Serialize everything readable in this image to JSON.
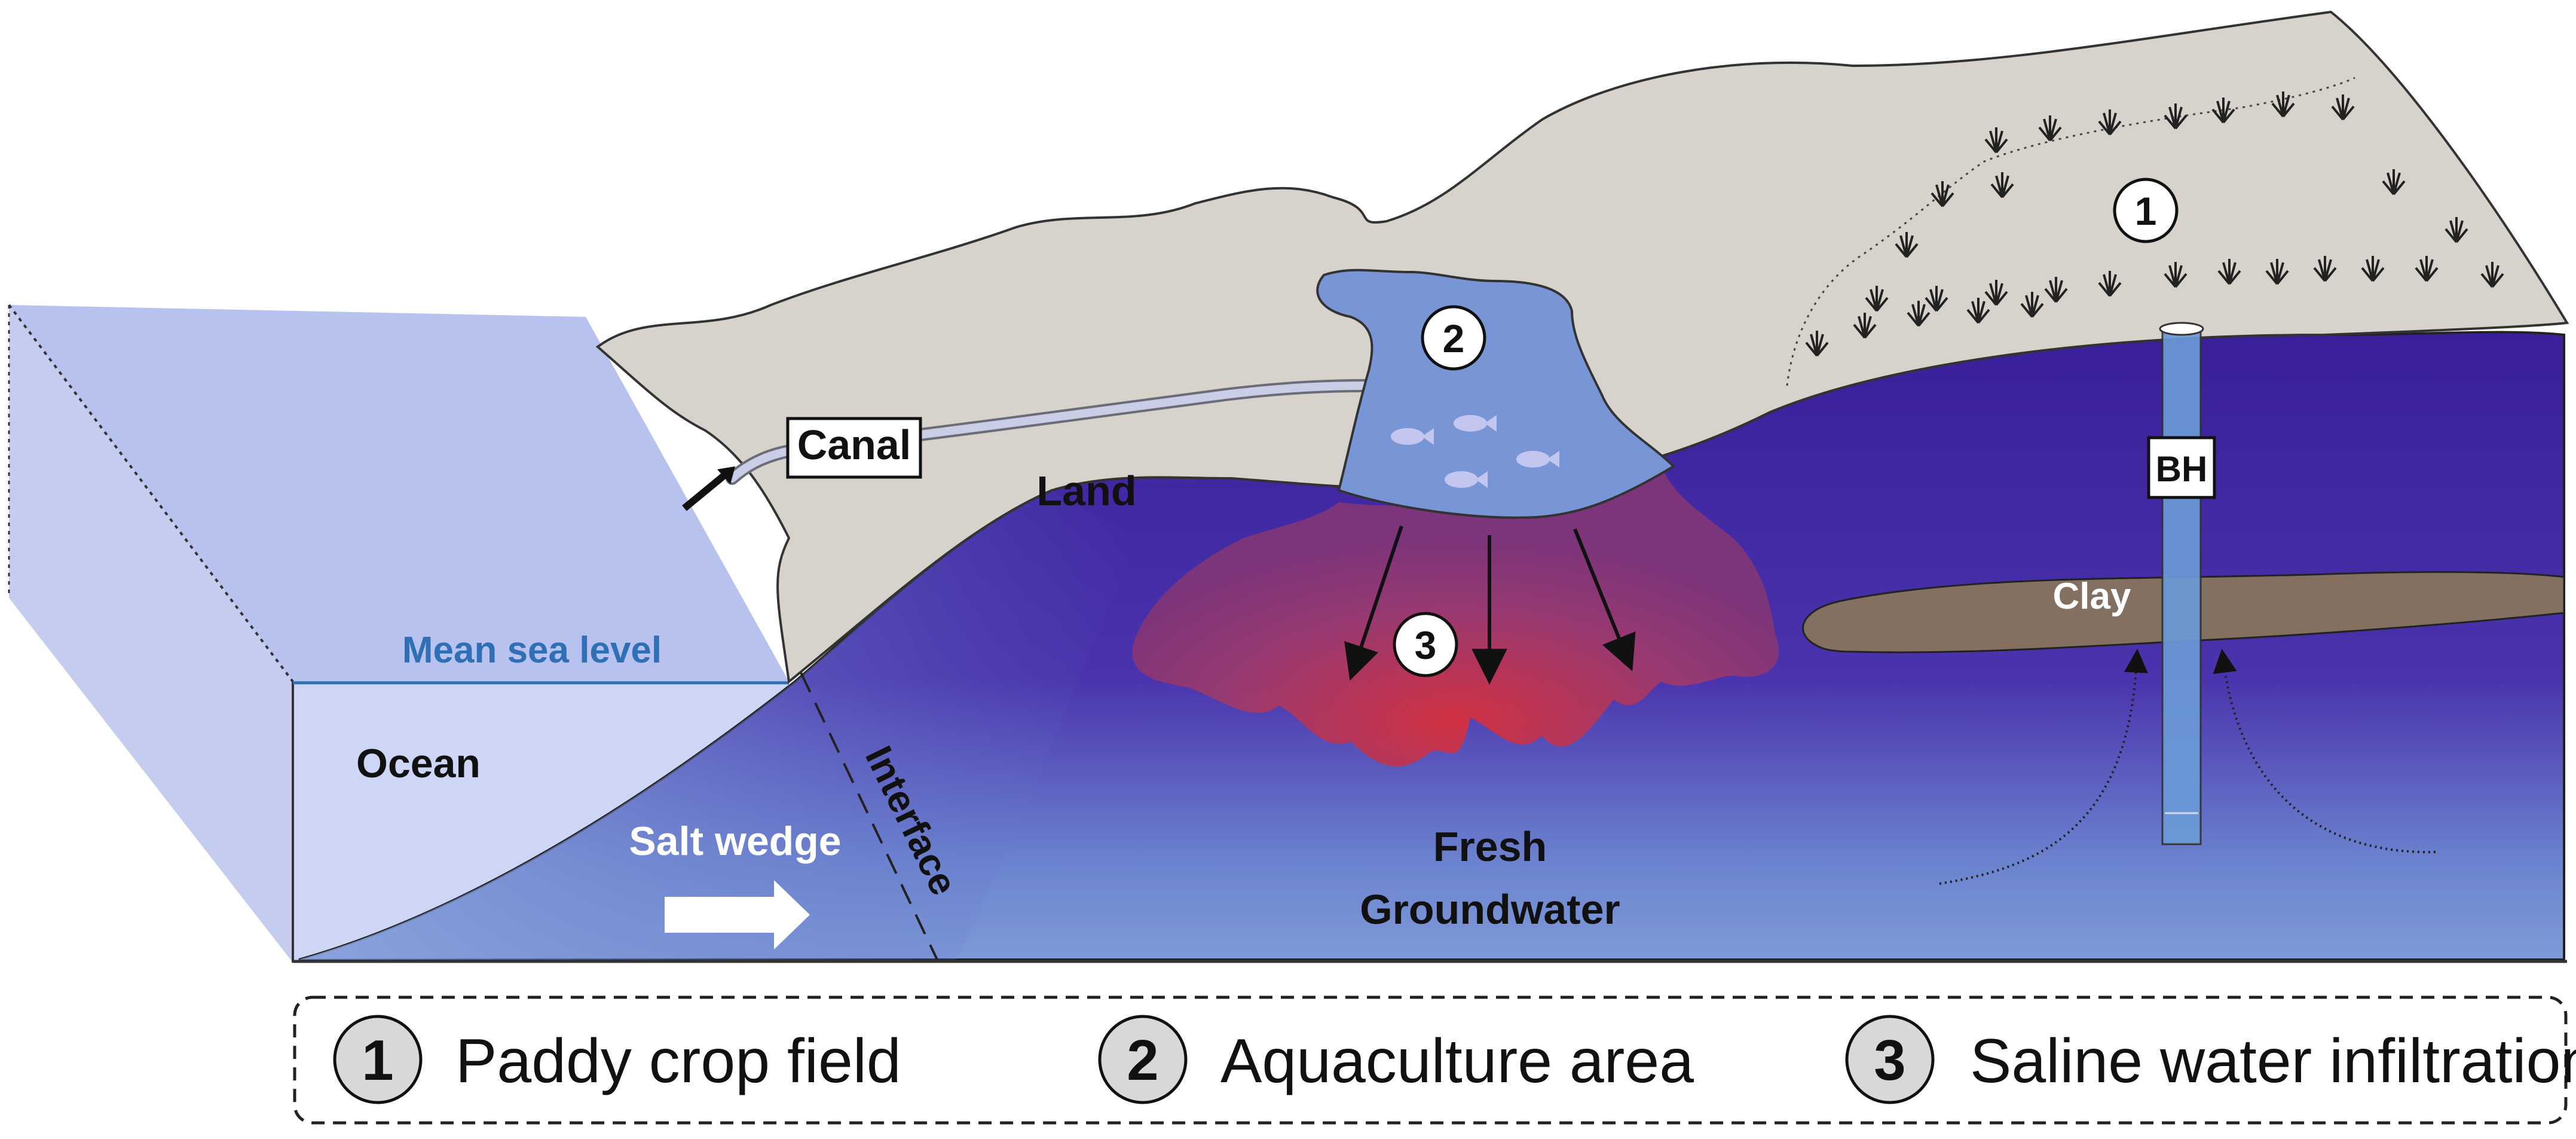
{
  "labels": {
    "canal": "Canal",
    "land": "Land",
    "mean_sea_level": "Mean sea level",
    "ocean": "Ocean",
    "salt_wedge": "Salt wedge",
    "interface": "Interface",
    "fresh_line1": "Fresh",
    "fresh_line2": "Groundwater",
    "clay": "Clay",
    "bh": "BH"
  },
  "markers": {
    "one": "1",
    "two": "2",
    "three": "3"
  },
  "legend": [
    {
      "number": "1",
      "text": "Paddy crop field"
    },
    {
      "number": "2",
      "text": "Aquaculture area"
    },
    {
      "number": "3",
      "text": "Saline water infiltration"
    }
  ],
  "colors": {
    "ocean_face": "#c9d3f1",
    "ocean_top": "#b7c3ee",
    "land": "#d8d2cc",
    "aquifer_deep": "#3d1f9e",
    "aquifer_light": "#6a86d2",
    "saline": "#8e3a78",
    "saline_core": "#c0343f",
    "pond": "#7895d6",
    "clay": "#82705c",
    "borehole": "#5c8cd0"
  }
}
